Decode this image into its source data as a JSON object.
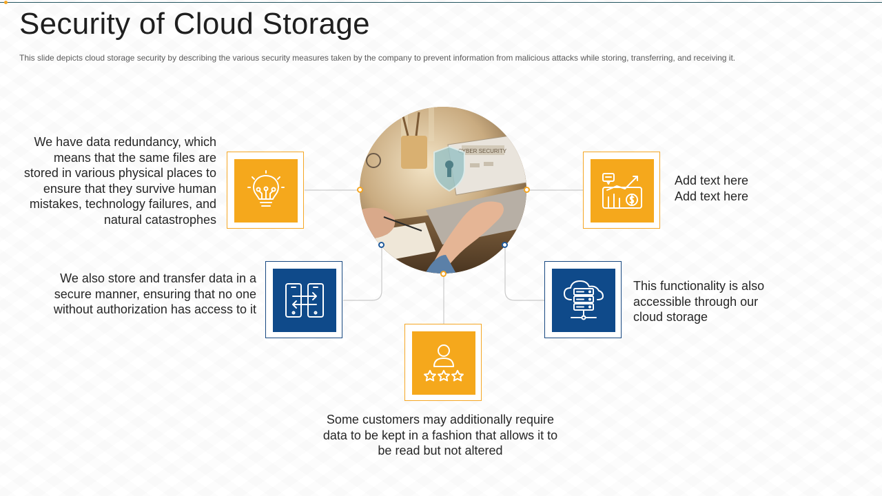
{
  "header": {
    "title": "Security of Cloud Storage",
    "subtitle": "This slide depicts cloud storage security by describing the various  security measures taken by the company to prevent  information from malicious attacks while storing, transferring,  and receiving it."
  },
  "hero": {
    "caption": "CYBER SECURITY",
    "icon": "shield-lock-icon"
  },
  "items": {
    "redundancy": {
      "text": "We have data redundancy, which means that the same files are stored in various physical places to ensure that they survive human mistakes, technology failures, and natural catastrophes",
      "icon": "lightbulb-circuit-icon"
    },
    "transfer": {
      "text": "We also store and transfer data in a secure manner, ensuring that no one without authorization has access to it",
      "icon": "data-transfer-icon"
    },
    "customers": {
      "text": "Some customers may additionally require data to be kept in a fashion that allows it to be read but not altered",
      "icon": "user-rating-icon"
    },
    "placeholder": {
      "text_line1": "Add text here",
      "text_line2": "Add text here",
      "icon": "financial-growth-icon"
    },
    "cloud": {
      "text": "This functionality is also accessible through our cloud storage",
      "icon": "cloud-server-icon"
    }
  },
  "colors": {
    "accent_orange": "#f5a81c",
    "accent_blue": "#0f4a8a",
    "connector": "#c9c9c9"
  }
}
